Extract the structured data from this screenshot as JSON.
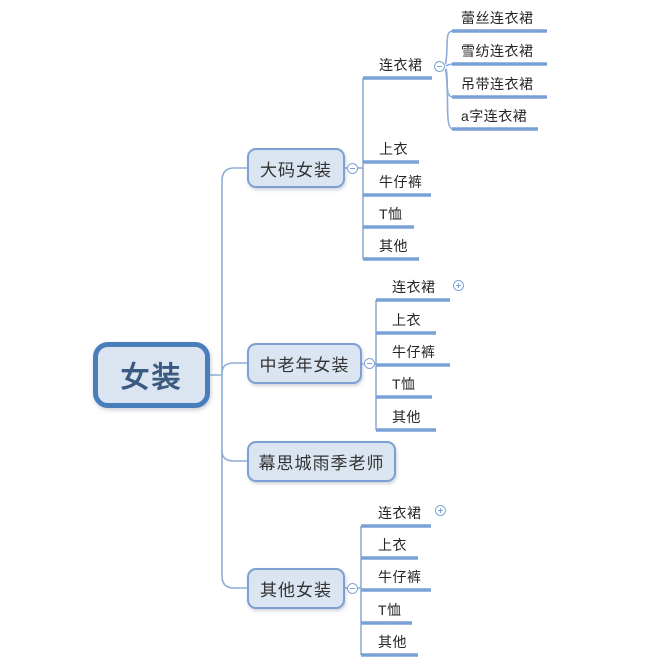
{
  "colors": {
    "root_border": "#4a7ebb",
    "node_border": "#7ca0d3",
    "node_fill": "#dbe5f1",
    "connector_line": "#8fadd6",
    "topic_underline": "#79a1d6",
    "node_text": "#333333",
    "root_text": "#3b5a80"
  },
  "tree": {
    "root": {
      "label": "女装"
    },
    "branches": [
      {
        "label": "大码女装",
        "collapse": "minus",
        "children": [
          {
            "label": "连衣裙",
            "collapse": "minus",
            "children": [
              {
                "label": "蕾丝连衣裙"
              },
              {
                "label": "雪纺连衣裙"
              },
              {
                "label": "吊带连衣裙"
              },
              {
                "label": "a字连衣裙"
              }
            ]
          },
          {
            "label": "上衣"
          },
          {
            "label": "牛仔裤"
          },
          {
            "label": "T恤"
          },
          {
            "label": "其他"
          }
        ]
      },
      {
        "label": "中老年女装",
        "collapse": "minus",
        "children": [
          {
            "label": "连衣裙",
            "collapse": "plus"
          },
          {
            "label": "上衣"
          },
          {
            "label": "牛仔裤"
          },
          {
            "label": "T恤"
          },
          {
            "label": "其他"
          }
        ]
      },
      {
        "label": "幕思城雨季老师"
      },
      {
        "label": "其他女装",
        "collapse": "minus",
        "children": [
          {
            "label": "连衣裙",
            "collapse": "plus"
          },
          {
            "label": "上衣"
          },
          {
            "label": "牛仔裤"
          },
          {
            "label": "T恤"
          },
          {
            "label": "其他"
          }
        ]
      }
    ]
  }
}
